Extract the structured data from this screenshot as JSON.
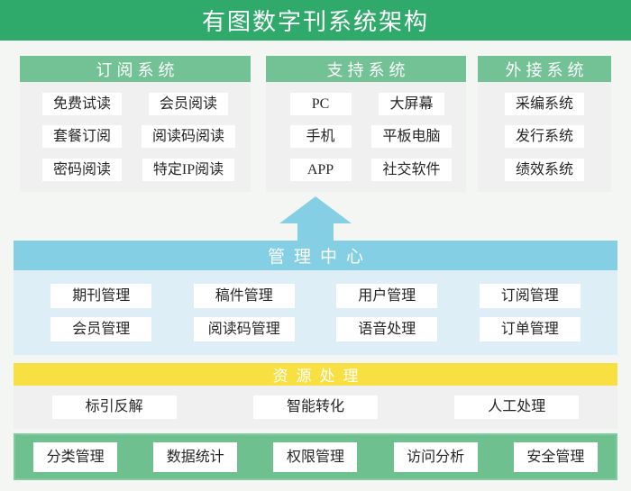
{
  "title": "有图数字刊系统架构",
  "colors": {
    "title_bar_green": "#2faa6b",
    "section_header_green": "#72c295",
    "section_body_gray": "#f0f0f0",
    "page_background": "#f4f6f3",
    "arrow_blue": "#85cfe4",
    "management_body_blue": "#ddeef7",
    "resource_yellow": "#f8df42",
    "bottom_band_green": "#6ec08f",
    "node_background": "#ffffff",
    "node_text": "#262626"
  },
  "top_sections": [
    {
      "header": "订阅系统",
      "items": [
        "免费试读",
        "会员阅读",
        "套餐订阅",
        "阅读码阅读",
        "密码阅读",
        "特定IP阅读"
      ]
    },
    {
      "header": "支持系统",
      "items": [
        "PC",
        "大屏幕",
        "手机",
        "平板电脑",
        "APP",
        "社交软件"
      ]
    },
    {
      "header": "外接系统",
      "items": [
        "采编系统",
        "发行系统",
        "绩效系统"
      ]
    }
  ],
  "management": {
    "header": "管理中心",
    "items": [
      "期刊管理",
      "稿件管理",
      "用户管理",
      "订阅管理",
      "会员管理",
      "阅读码管理",
      "语音处理",
      "订单管理"
    ]
  },
  "resource": {
    "header": "资源处理",
    "items": [
      "标引反解",
      "智能转化",
      "人工处理"
    ]
  },
  "bottom": {
    "items": [
      "分类管理",
      "数据统计",
      "权限管理",
      "访问分析",
      "安全管理"
    ]
  }
}
